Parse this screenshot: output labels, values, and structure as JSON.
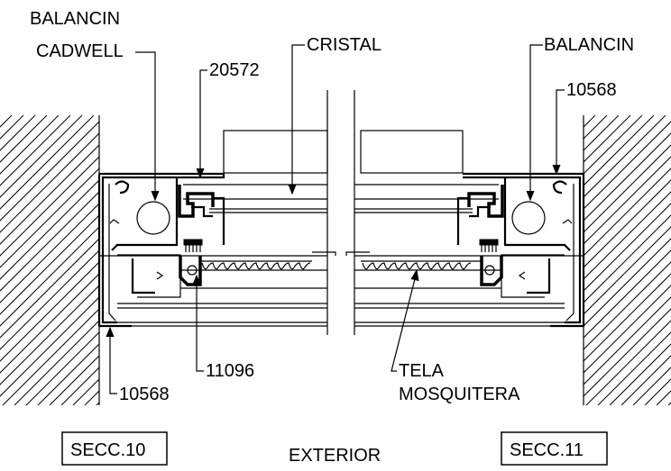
{
  "labels": {
    "balancin_cadwell_line1": "BALANCIN",
    "balancin_cadwell_line2": "CADWELL",
    "cristal": "CRISTAL",
    "balancin": "BALANCIN",
    "code_20572": "20572",
    "code_10568_right": "10568",
    "code_11096": "11096",
    "code_10568_left": "10568",
    "tela_line1": "TELA",
    "tela_line2": "MOSQUITERA",
    "secc_10": "SECC.10",
    "secc_11": "SECC.11",
    "exterior": "EXTERIOR"
  }
}
